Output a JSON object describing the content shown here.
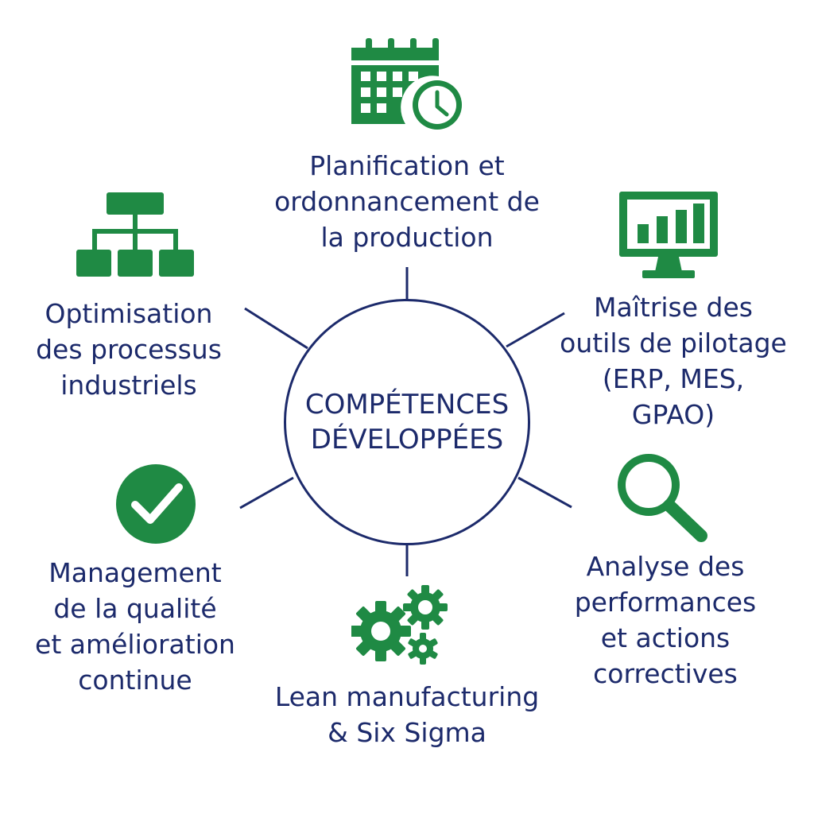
{
  "colors": {
    "text": "#1c2a6b",
    "icon": "#1f8a44",
    "connector": "#1c2a6b",
    "background": "#ffffff"
  },
  "center": {
    "lines": [
      "COMPÉTENCES",
      "DÉVELOPPÉES"
    ]
  },
  "items": [
    {
      "id": "planning",
      "icon": "calendar-clock-icon",
      "lines": [
        "Planification et",
        "ordonnancement de",
        "la production"
      ]
    },
    {
      "id": "tools",
      "icon": "monitor-chart-icon",
      "lines": [
        "Maîtrise des",
        "outils de pilotage",
        "(ERP, MES,",
        "GPAO)"
      ]
    },
    {
      "id": "analysis",
      "icon": "magnifier-icon",
      "lines": [
        "Analyse des",
        "performances",
        "et actions",
        "correctives"
      ]
    },
    {
      "id": "lean",
      "icon": "gears-icon",
      "lines": [
        "Lean manufacturing",
        "& Six Sigma"
      ]
    },
    {
      "id": "quality",
      "icon": "check-circle-icon",
      "lines": [
        "Management",
        "de la qualité",
        "et amélioration",
        "continue"
      ]
    },
    {
      "id": "process",
      "icon": "org-chart-icon",
      "lines": [
        "Optimisation",
        "des processus",
        "industriels"
      ]
    }
  ]
}
